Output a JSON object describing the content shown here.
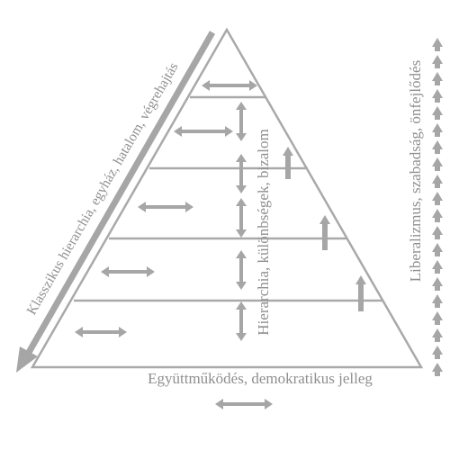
{
  "labels": {
    "left_diagonal": "Klasszikus hierarchia, egyház, hatalom, végrehajtás",
    "center_vertical": "Hierarchia, különbségek, bizalom",
    "right_vertical": "Liberalizmus, szabadság, önfejlődés",
    "bottom": "Együttműködés, demokratikus jelleg"
  },
  "colors": {
    "line": "#a9a9a9",
    "arrow": "#a6a6a6",
    "text": "#8f8f8f"
  },
  "icons": {
    "horizontal_arrow": "double-headed-horizontal-arrow",
    "vertical_double_arrow": "double-headed-vertical-arrow",
    "up_arrow": "up-arrow",
    "diagonal_arrow": "diagonal-down-left-arrow",
    "arrow_column": "stacked-up-arrows"
  },
  "pyramid": {
    "levels": 5
  }
}
